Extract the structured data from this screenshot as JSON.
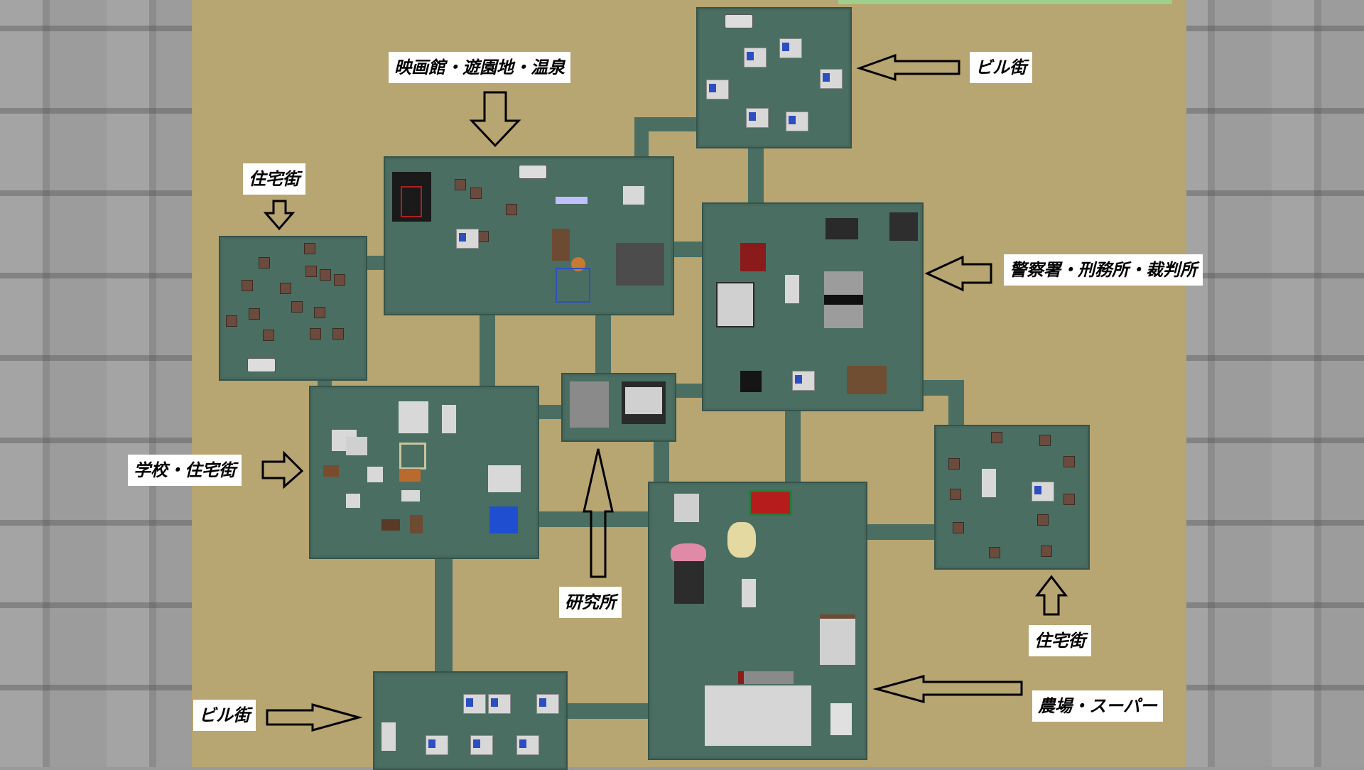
{
  "labels": {
    "top_center": "映画館・遊園地・温泉",
    "top_right": "ビル街",
    "left_upper": "住宅街",
    "right_middle": "警察署・刑務所・裁判所",
    "left_middle": "学校・住宅街",
    "center_bottom": "研究所",
    "right_lower": "住宅街",
    "bottom_left": "ビル街",
    "bottom_right": "農場・スーパー"
  },
  "icons": {
    "arrow_style": "outlined-black-arrow"
  },
  "colors": {
    "floor": "#4a6e62",
    "sand": "#b7a572",
    "stone": "#9c9c9c",
    "label_background": "#ffffff"
  }
}
